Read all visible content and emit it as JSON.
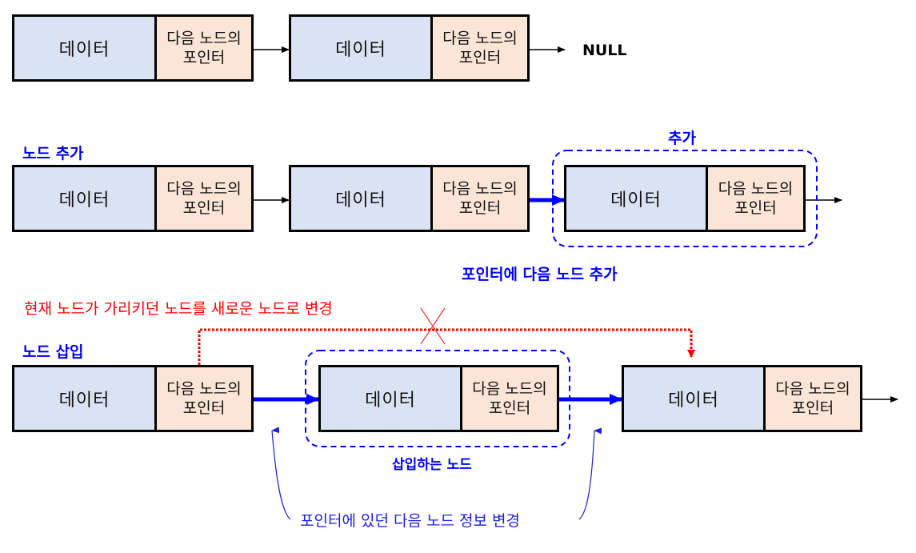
{
  "node_text": {
    "data_label": "데이터",
    "pointer_label": "다음 노드의\n포인터"
  },
  "section1": {
    "null_label": "NULL"
  },
  "section2": {
    "title": "노드 추가",
    "added_label": "추가",
    "caption": "포인터에 다음 노드 추가"
  },
  "section3": {
    "title": "노드 삽입",
    "red_note": "현재 노드가 가리키던 노드를 새로운 노드로 변경",
    "inserted_label": "삽입하는 노드",
    "bottom_note": "포인터에 있던 다음 노드 정보 변경"
  },
  "colors": {
    "data_fill": "#dae3f3",
    "pointer_fill": "#fbe5d6",
    "accent_blue": "#0000ff",
    "accent_red": "#ff0000"
  }
}
